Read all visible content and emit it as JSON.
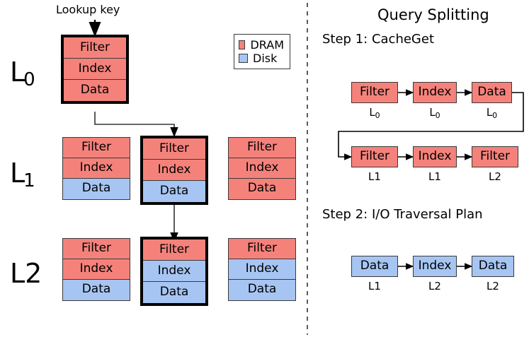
{
  "legend": {
    "items": [
      {
        "label": "DRAM",
        "color": "#F4827B",
        "icon": "red-square-swatch"
      },
      {
        "label": "Disk",
        "color": "#A7C5F2",
        "icon": "blue-square-swatch"
      }
    ]
  },
  "left_panel": {
    "lookup_key_label": "Lookup key",
    "levels": [
      {
        "id": "L0",
        "label_main": "L",
        "label_sub": "0",
        "tables": [
          {
            "highlighted": true,
            "cells": [
              {
                "text": "Filter",
                "tier": "DRAM"
              },
              {
                "text": "Index",
                "tier": "DRAM"
              },
              {
                "text": "Data",
                "tier": "DRAM"
              }
            ]
          }
        ]
      },
      {
        "id": "L1",
        "label_main": "L",
        "label_sub": "1",
        "tables": [
          {
            "highlighted": false,
            "cells": [
              {
                "text": "Filter",
                "tier": "DRAM"
              },
              {
                "text": "Index",
                "tier": "DRAM"
              },
              {
                "text": "Data",
                "tier": "Disk"
              }
            ]
          },
          {
            "highlighted": true,
            "cells": [
              {
                "text": "Filter",
                "tier": "DRAM"
              },
              {
                "text": "Index",
                "tier": "DRAM"
              },
              {
                "text": "Data",
                "tier": "Disk"
              }
            ]
          },
          {
            "highlighted": false,
            "cells": [
              {
                "text": "Filter",
                "tier": "DRAM"
              },
              {
                "text": "Index",
                "tier": "DRAM"
              },
              {
                "text": "Data",
                "tier": "DRAM"
              }
            ]
          }
        ]
      },
      {
        "id": "L2",
        "label_main": "L2",
        "label_sub": "",
        "tables": [
          {
            "highlighted": false,
            "cells": [
              {
                "text": "Filter",
                "tier": "DRAM"
              },
              {
                "text": "Index",
                "tier": "DRAM"
              },
              {
                "text": "Data",
                "tier": "Disk"
              }
            ]
          },
          {
            "highlighted": true,
            "cells": [
              {
                "text": "Filter",
                "tier": "DRAM"
              },
              {
                "text": "Index",
                "tier": "Disk"
              },
              {
                "text": "Data",
                "tier": "Disk"
              }
            ]
          },
          {
            "highlighted": false,
            "cells": [
              {
                "text": "Filter",
                "tier": "DRAM"
              },
              {
                "text": "Index",
                "tier": "Disk"
              },
              {
                "text": "Data",
                "tier": "Disk"
              }
            ]
          }
        ]
      }
    ]
  },
  "right_panel": {
    "title": "Query Splitting",
    "steps": [
      {
        "title": "Step 1: CacheGet",
        "rows": [
          {
            "nodes": [
              {
                "text": "Filter",
                "level_main": "L",
                "level_sub": "0",
                "tier": "DRAM"
              },
              {
                "text": "Index",
                "level_main": "L",
                "level_sub": "0",
                "tier": "DRAM"
              },
              {
                "text": "Data",
                "level_main": "L",
                "level_sub": "0",
                "tier": "DRAM"
              }
            ]
          },
          {
            "nodes": [
              {
                "text": "Filter",
                "level_main": "L1",
                "level_sub": "",
                "tier": "DRAM"
              },
              {
                "text": "Index",
                "level_main": "L1",
                "level_sub": "",
                "tier": "DRAM"
              },
              {
                "text": "Filter",
                "level_main": "L2",
                "level_sub": "",
                "tier": "DRAM"
              }
            ]
          }
        ]
      },
      {
        "title": "Step 2: I/O Traversal Plan",
        "rows": [
          {
            "nodes": [
              {
                "text": "Data",
                "level_main": "L1",
                "level_sub": "",
                "tier": "Disk"
              },
              {
                "text": "Index",
                "level_main": "L2",
                "level_sub": "",
                "tier": "Disk"
              },
              {
                "text": "Data",
                "level_main": "L2",
                "level_sub": "",
                "tier": "Disk"
              }
            ]
          }
        ]
      }
    ]
  },
  "colors": {
    "dram": "#F4827B",
    "disk": "#A7C5F2",
    "outline": "#3a3a3a",
    "highlight": "#000000",
    "background": "#ffffff"
  },
  "divider": {
    "orientation": "vertical",
    "style": "dashed"
  }
}
